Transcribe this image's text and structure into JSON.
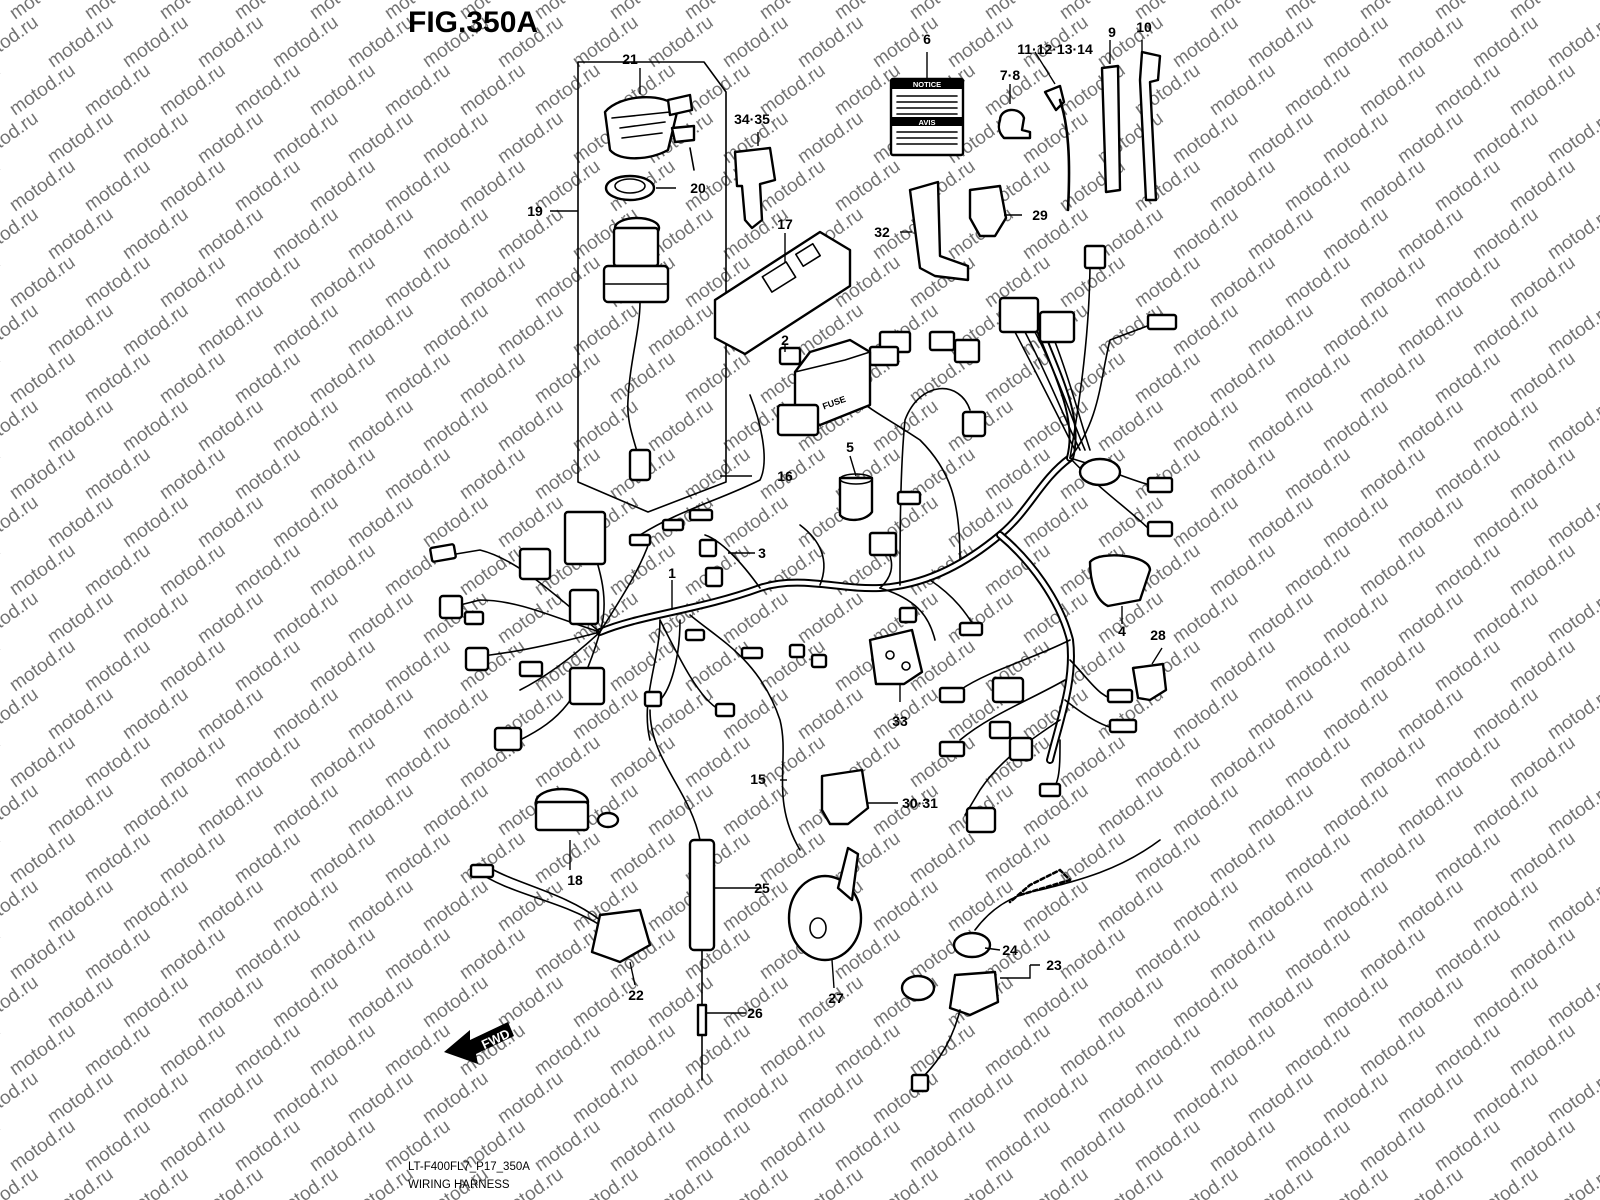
{
  "figure": {
    "title": "FIG.350A",
    "code": "LT-F400FL7_P17_350A",
    "caption": "WIRING HARNESS",
    "direction_label": "FWD",
    "watermark": "motod.ru"
  },
  "callouts": [
    {
      "id": "c1",
      "label": "1"
    },
    {
      "id": "c2",
      "label": "2"
    },
    {
      "id": "c3",
      "label": "3"
    },
    {
      "id": "c4",
      "label": "4"
    },
    {
      "id": "c5",
      "label": "5"
    },
    {
      "id": "c6",
      "label": "6"
    },
    {
      "id": "c7-8",
      "label": "7·8"
    },
    {
      "id": "c9",
      "label": "9"
    },
    {
      "id": "c10",
      "label": "10"
    },
    {
      "id": "c11-14",
      "label": "11·12·13·14"
    },
    {
      "id": "c15",
      "label": "15"
    },
    {
      "id": "c16",
      "label": "16"
    },
    {
      "id": "c17",
      "label": "17"
    },
    {
      "id": "c18",
      "label": "18"
    },
    {
      "id": "c19",
      "label": "19"
    },
    {
      "id": "c20",
      "label": "20"
    },
    {
      "id": "c21",
      "label": "21"
    },
    {
      "id": "c22",
      "label": "22"
    },
    {
      "id": "c23",
      "label": "23"
    },
    {
      "id": "c24",
      "label": "24"
    },
    {
      "id": "c25",
      "label": "25"
    },
    {
      "id": "c26",
      "label": "26"
    },
    {
      "id": "c27",
      "label": "27"
    },
    {
      "id": "c28",
      "label": "28"
    },
    {
      "id": "c29",
      "label": "29"
    },
    {
      "id": "c30-31",
      "label": "30·31"
    },
    {
      "id": "c32",
      "label": "32"
    },
    {
      "id": "c33",
      "label": "33"
    },
    {
      "id": "c34-35",
      "label": "34·35"
    }
  ],
  "labels": {
    "notice": "NOTICE",
    "avis": "AVIS",
    "fuse": "FUSE"
  }
}
